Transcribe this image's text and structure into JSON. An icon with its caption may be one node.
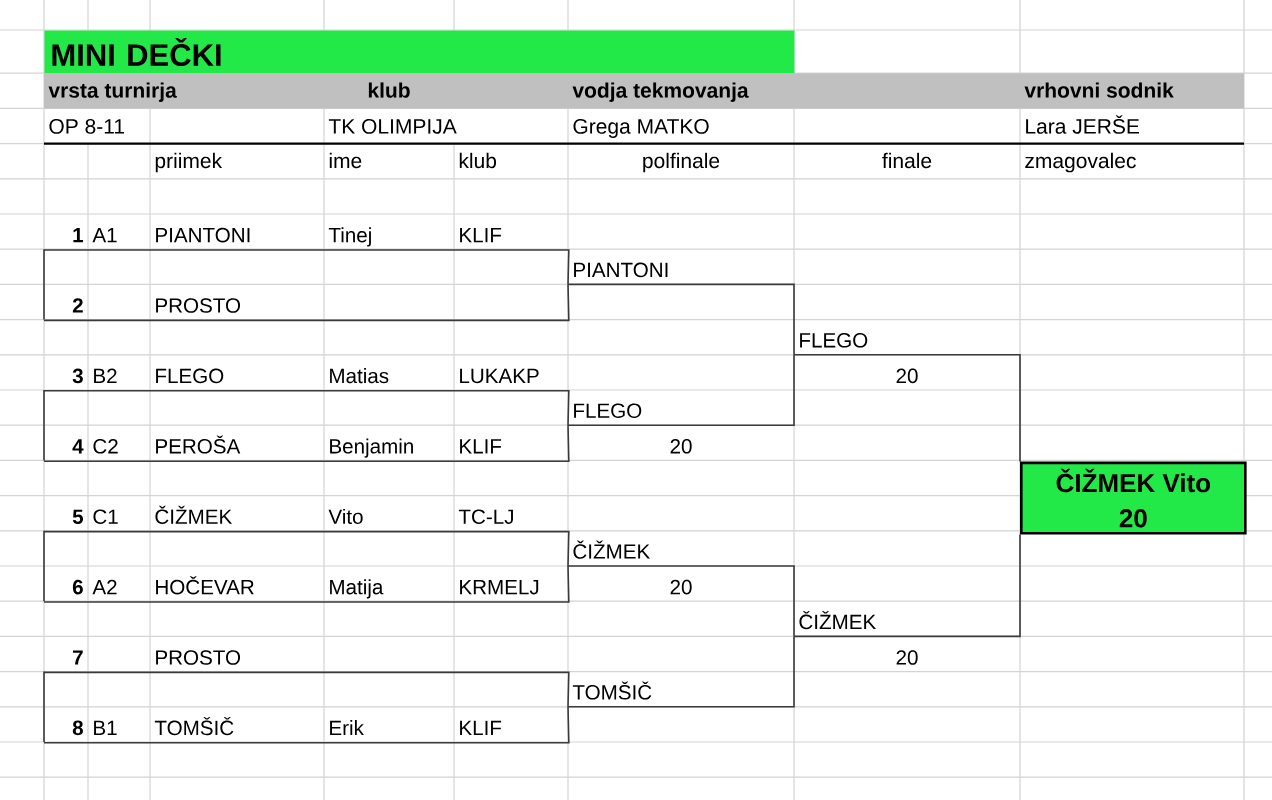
{
  "diagram": {
    "title": "MINI DEČKI",
    "nodes": [
      {
        "text": [
          "1",
          "A1",
          "PIANTONI",
          "Tinej",
          "KLIF"
        ]
      },
      {
        "text": [
          "2",
          "PROSTO"
        ]
      },
      {
        "text": [
          "3",
          "B2",
          "FLEGO",
          "Matias",
          "LUKAKP"
        ]
      },
      {
        "text": [
          "4",
          "C2",
          "PEROŠA",
          "Benjamin",
          "KLIF"
        ]
      },
      {
        "text": [
          "5",
          "C1",
          "ČIŽMEK",
          "Vito",
          "TC-LJ"
        ]
      },
      {
        "text": [
          "6",
          "A2",
          "HOČEVAR",
          "Matija",
          "KRMELJ"
        ]
      },
      {
        "text": [
          "7",
          "PROSTO"
        ]
      },
      {
        "text": [
          "8",
          "B1",
          "TOMŠIČ",
          "Erik",
          "KLIF"
        ]
      },
      {
        "text": [
          "PIANTONI"
        ]
      },
      {
        "text": [
          "FLEGO"
        ],
        "beside": [
          "20"
        ]
      },
      {
        "text": [
          "ČIŽMEK"
        ],
        "beside": [
          "20"
        ]
      },
      {
        "text": [
          "TOMŠIČ"
        ]
      },
      {
        "text": [
          "FLEGO"
        ],
        "beside": [
          "20"
        ]
      },
      {
        "text": [
          "ČIŽMEK"
        ],
        "beside": [
          "20"
        ]
      },
      {
        "text": [
          "ČIŽMEK Vito",
          "20"
        ]
      }
    ],
    "edges": [
      {
        "from": 0,
        "to": 8,
        "arrow": "none"
      },
      {
        "from": 1,
        "to": 8,
        "arrow": "none"
      },
      {
        "from": 2,
        "to": 9,
        "arrow": "none"
      },
      {
        "from": 3,
        "to": 9,
        "arrow": "none"
      },
      {
        "from": 4,
        "to": 10,
        "arrow": "none"
      },
      {
        "from": 5,
        "to": 10,
        "arrow": "none"
      },
      {
        "from": 6,
        "to": 11,
        "arrow": "none"
      },
      {
        "from": 7,
        "to": 11,
        "arrow": "none"
      },
      {
        "from": 8,
        "to": 12,
        "arrow": "none"
      },
      {
        "from": 9,
        "to": 12,
        "arrow": "none"
      },
      {
        "from": 10,
        "to": 13,
        "arrow": "none"
      },
      {
        "from": 11,
        "to": 13,
        "arrow": "none"
      },
      {
        "from": 12,
        "to": 14,
        "arrow": "none"
      },
      {
        "from": 13,
        "to": 14,
        "arrow": "none"
      }
    ],
    "labels": [
      "vrsta turnirja",
      "klub",
      "vodja tekmovanja",
      "vrhovni sodnik",
      "OP 8-11",
      "TK OLIMPIJA",
      "Grega MATKO",
      "Lara JERŠE",
      "priimek",
      "ime",
      "klub",
      "polfinale",
      "finale",
      "zmagovalec"
    ]
  }
}
